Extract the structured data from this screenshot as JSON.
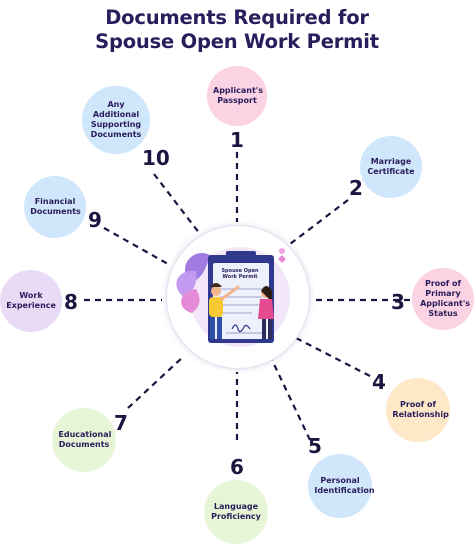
{
  "title": {
    "line1": "Documents Required for",
    "line2": "Spouse Open Work Permit"
  },
  "center_label": "Spouse Open Work Permit",
  "items": [
    {
      "number": "1",
      "label": "Applicant's Passport",
      "color": "#fbd3e3"
    },
    {
      "number": "2",
      "label": "Marriage Certificate",
      "color": "#cfe6fb"
    },
    {
      "number": "3",
      "label": "Proof of Primary Applicant's Status",
      "color": "#fbd3e3"
    },
    {
      "number": "4",
      "label": "Proof of Relationship",
      "color": "#fde8c8"
    },
    {
      "number": "5",
      "label": "Personal Identification",
      "color": "#cfe6fb"
    },
    {
      "number": "6",
      "label": "Language Proficiency",
      "color": "#e6f5d5"
    },
    {
      "number": "7",
      "label": "Educational Documents",
      "color": "#e6f5d5"
    },
    {
      "number": "8",
      "label": "Work Experience",
      "color": "#e9daf6"
    },
    {
      "number": "9",
      "label": "Financial Documents",
      "color": "#cfe6fb"
    },
    {
      "number": "10",
      "label": "Any Additional Supporting Documents",
      "color": "#cfe6fb"
    }
  ]
}
